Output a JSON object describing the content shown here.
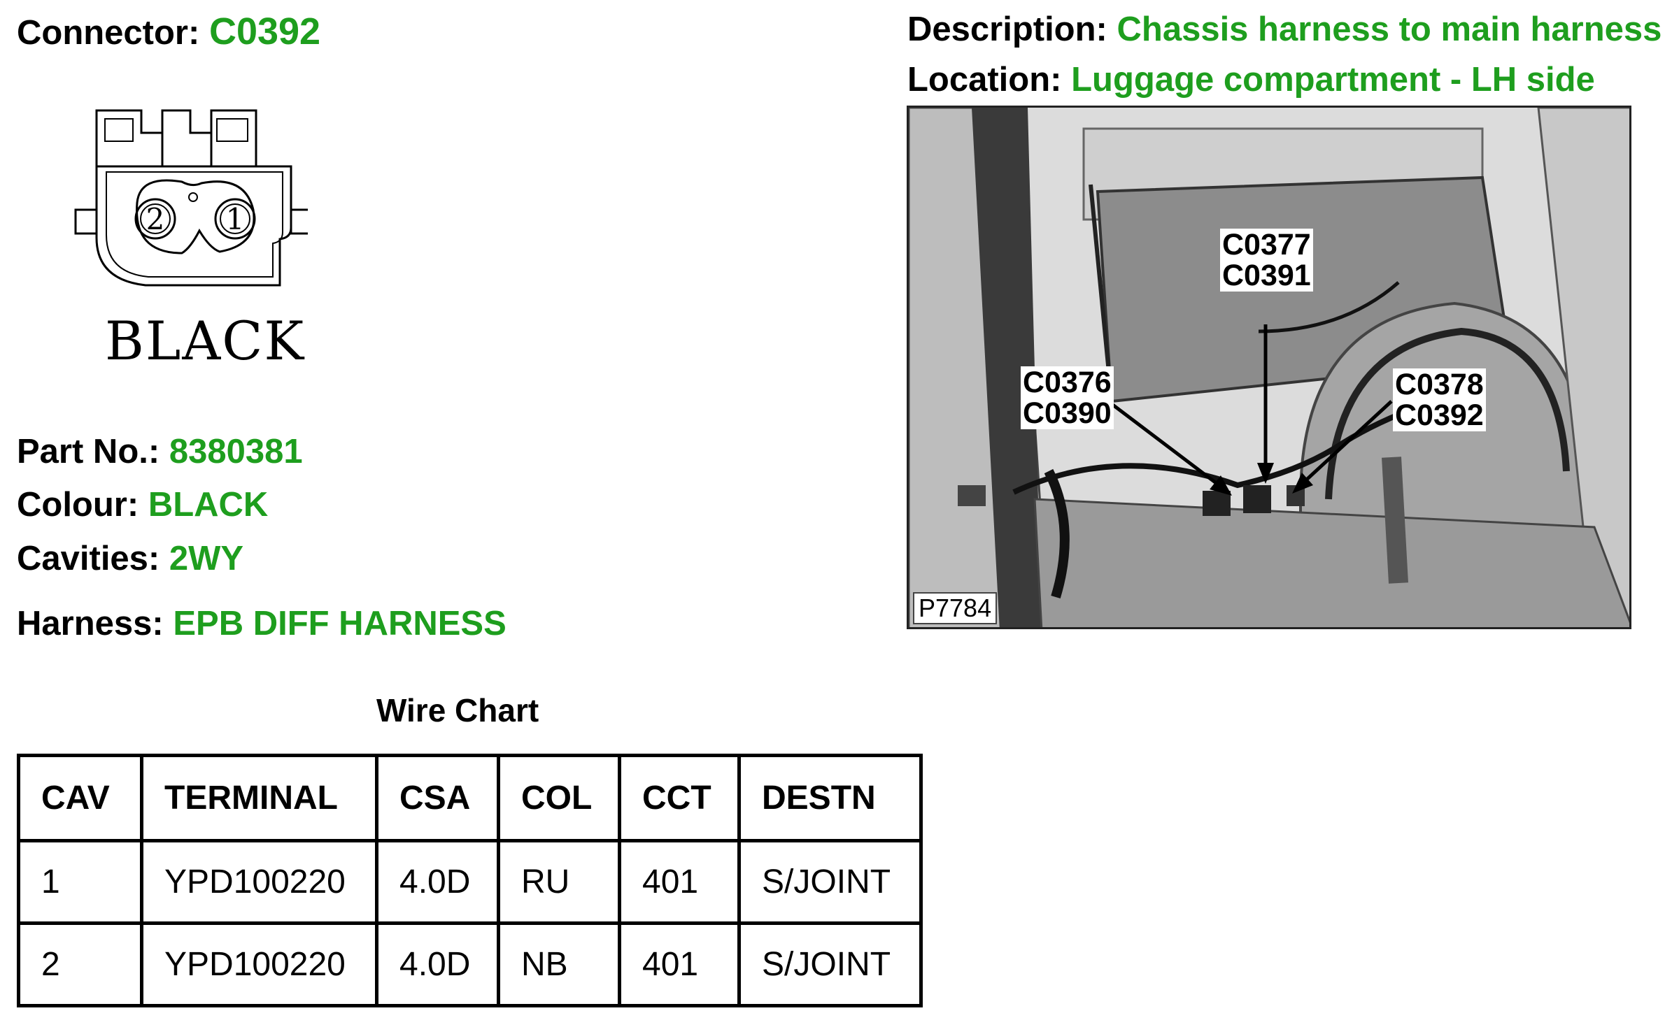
{
  "connector": {
    "label": "Connector:",
    "value": "C0392"
  },
  "description": {
    "label": "Description:",
    "value": "Chassis harness to main harness"
  },
  "location": {
    "label": "Location:",
    "value": "Luggage compartment - LH side"
  },
  "connector_drawing": {
    "cavity_labels": [
      "2",
      "1"
    ],
    "colour_text": "BLACK"
  },
  "photo": {
    "reference": "P7784",
    "callouts": [
      {
        "lines": "C0377\nC0391"
      },
      {
        "lines": "C0376\nC0390"
      },
      {
        "lines": "C0378\nC0392"
      }
    ]
  },
  "part_no": {
    "label": "Part No.:",
    "value": "8380381"
  },
  "colour": {
    "label": "Colour:",
    "value": "BLACK"
  },
  "cavities": {
    "label": "Cavities:",
    "value": "2WY"
  },
  "harness": {
    "label": "Harness:",
    "value": "EPB DIFF HARNESS"
  },
  "wire_chart": {
    "title": "Wire Chart",
    "headers": [
      "CAV",
      "TERMINAL",
      "CSA",
      "COL",
      "CCT",
      "DESTN"
    ],
    "rows": [
      [
        "1",
        "YPD100220",
        "4.0D",
        "RU",
        "401",
        "S/JOINT"
      ],
      [
        "2",
        "YPD100220",
        "4.0D",
        "NB",
        "401",
        "S/JOINT"
      ]
    ]
  },
  "colors": {
    "value_green": "#1e9e1e",
    "text": "#000000"
  }
}
